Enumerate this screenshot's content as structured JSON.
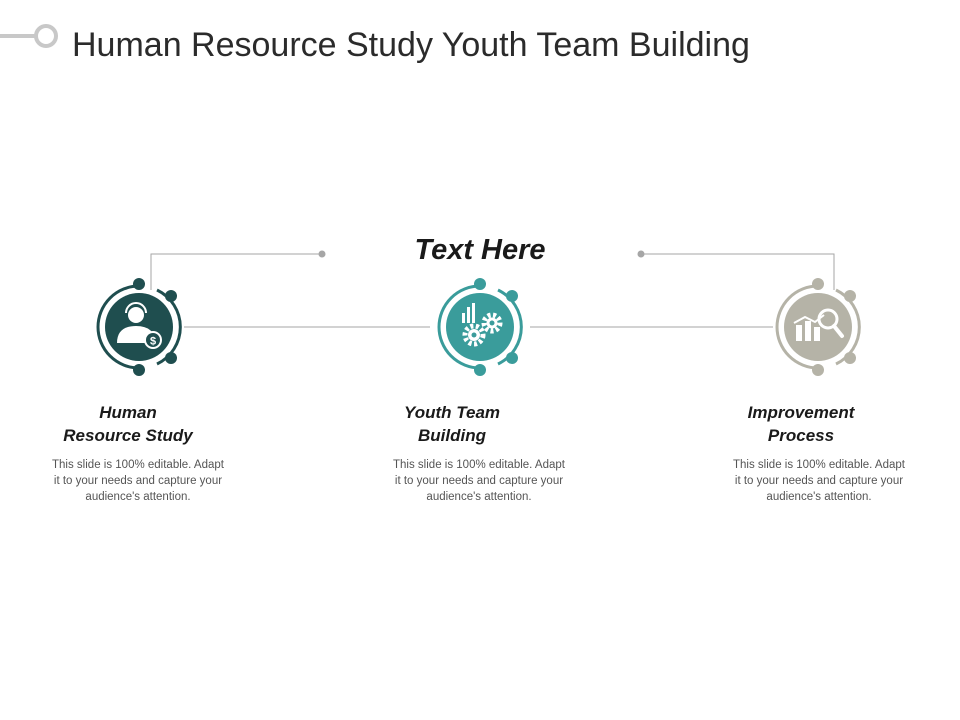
{
  "title": "Human Resource Study Youth Team Building",
  "center_text": "Text Here",
  "items": [
    {
      "title_line1": "Human",
      "title_line2": "Resource Study",
      "description": "This slide is 100% editable. Adapt it to your needs and capture your audience's attention.",
      "icon": "businessman-dollar-icon",
      "color": "#1f4e4f"
    },
    {
      "title_line1": "Youth Team",
      "title_line2": "Building",
      "description": "This slide is 100% editable. Adapt it to your needs and capture your audience's attention.",
      "icon": "gears-chart-icon",
      "color": "#3a9c9b"
    },
    {
      "title_line1": "Improvement",
      "title_line2": "Process",
      "description": "This slide is 100% editable. Adapt it to your needs and capture your audience's attention.",
      "icon": "chart-magnifier-icon",
      "color": "#b5b3a7"
    }
  ],
  "colors": {
    "connector": "#a6a6a6",
    "title_deco": "#c8c8c8"
  }
}
